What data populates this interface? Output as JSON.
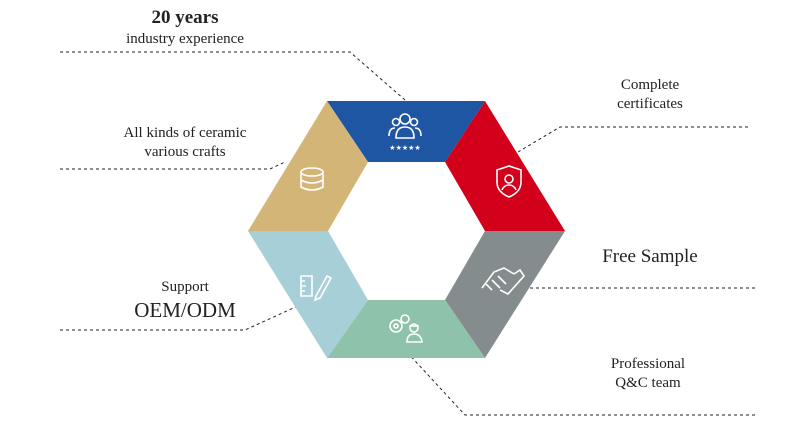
{
  "labels": {
    "experience": {
      "line1": "20 years",
      "line2": "industry experience"
    },
    "certificates": {
      "line1": "Complete",
      "line2": "certificates"
    },
    "crafts": {
      "line1": "All kinds of ceramic",
      "line2": "various crafts"
    },
    "sample": {
      "line1": "Free Sample"
    },
    "oem": {
      "line1": "Support",
      "line2": "OEM/ODM"
    },
    "team": {
      "line1": "Professional",
      "line2": "Q&C team"
    }
  },
  "segments": [
    {
      "id": "top",
      "color": "#1f56a4",
      "icon": "users-rating-icon",
      "star_text": "★★★★★"
    },
    {
      "id": "upper-right",
      "color": "#d3001c",
      "icon": "shield-check-icon"
    },
    {
      "id": "lower-right",
      "color": "#858c8e",
      "icon": "handshake-icon"
    },
    {
      "id": "bottom",
      "color": "#8fc2aa",
      "icon": "engineer-gears-icon"
    },
    {
      "id": "lower-left",
      "color": "#a7cfd7",
      "icon": "pencil-ruler-icon"
    },
    {
      "id": "upper-left",
      "color": "#d3b677",
      "icon": "stacked-plates-icon"
    }
  ],
  "colors": {
    "leader": "#222222",
    "icon": "#ffffff"
  }
}
